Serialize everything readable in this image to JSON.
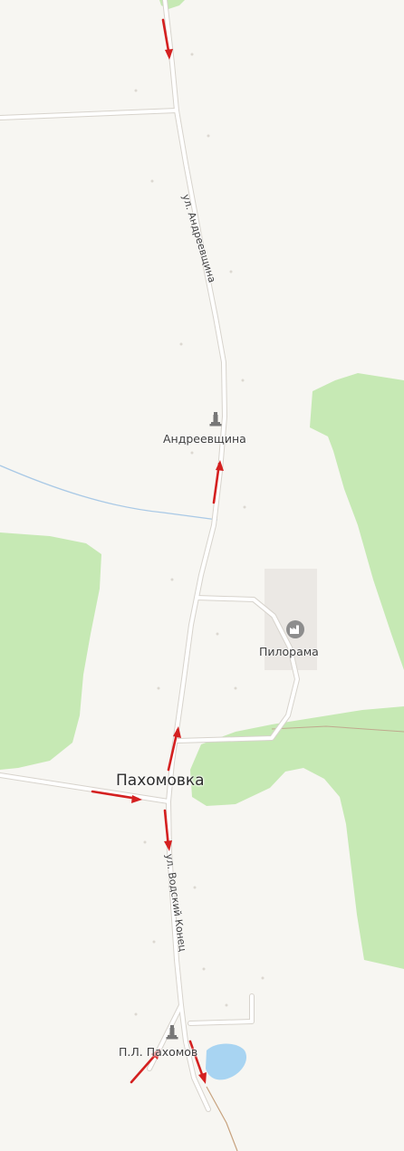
{
  "map": {
    "colors": {
      "land": "#f4f2ee",
      "green": "#c6e9b4",
      "road": "#ffffff",
      "road_casing": "#d7d3cc",
      "water_line": "#a9c9e6",
      "water": "#a8d4f2",
      "route_arrow": "#d42020",
      "industrial": "#ebe8e4"
    },
    "labels": {
      "street_andreevshchina": "ул. Андреевщина",
      "poi_andreevshchina": "Андреевщина",
      "poi_pilorama": "Пилорама",
      "place_pakhomovka": "Пахомовка",
      "street_vodsky_konets": "ул. Водский Конец",
      "poi_pl_pakhomov": "П.Л. Пахомов"
    },
    "icons": {
      "monument": "monument-icon",
      "factory": "factory-icon"
    }
  }
}
